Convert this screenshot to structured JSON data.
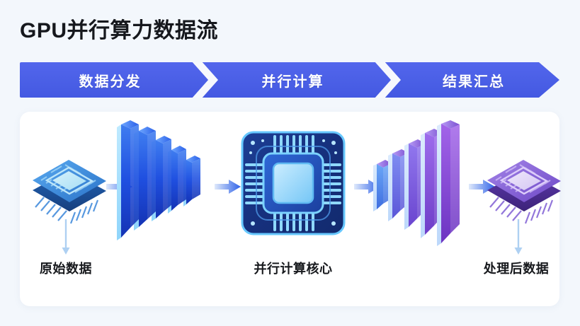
{
  "page": {
    "title": "GPU并行算力数据流",
    "background_color": "#f3f7fc",
    "card_color": "#ffffff"
  },
  "banner": {
    "fill_color": "#4a5fe6",
    "text_color": "#ffffff",
    "steps": [
      {
        "label": "数据分发"
      },
      {
        "label": "并行计算"
      },
      {
        "label": "结果汇总"
      }
    ],
    "separator_icon": "chevron-right-icon"
  },
  "diagram": {
    "nodes": [
      {
        "id": "source-chip",
        "icon": "chip-icon",
        "color": "#2f7fd4",
        "label": "原始数据",
        "label_color": "#17191d"
      },
      {
        "id": "input-bars",
        "icon": "bar-stack-descending-icon",
        "color": "#1f5fe0",
        "label": ""
      },
      {
        "id": "gpu-core",
        "icon": "gpu-die-icon",
        "color": "#1b3a8c",
        "label": "并行计算核心",
        "label_color": "#17191d"
      },
      {
        "id": "output-bars",
        "icon": "bar-stack-ascending-icon",
        "color": "#7a48c9",
        "label": ""
      },
      {
        "id": "result-chip",
        "icon": "chip-icon",
        "color": "#7552c8",
        "label": "处理后数据",
        "label_color": "#17191d"
      }
    ],
    "connectors": [
      {
        "id": "arrow-1",
        "icon": "arrow-right-icon",
        "color": "#2f62e8"
      },
      {
        "id": "arrow-2",
        "icon": "arrow-right-icon",
        "color": "#2f62e8"
      },
      {
        "id": "arrow-3",
        "icon": "arrow-right-icon",
        "color": "#2f62e8"
      },
      {
        "id": "arrow-4",
        "icon": "arrow-right-icon",
        "color": "#2f62e8"
      },
      {
        "id": "drop-arrow-left",
        "icon": "arrow-down-icon",
        "color": "#a9ccf0"
      },
      {
        "id": "drop-arrow-right",
        "icon": "arrow-down-icon",
        "color": "#a9ccf0"
      }
    ]
  }
}
